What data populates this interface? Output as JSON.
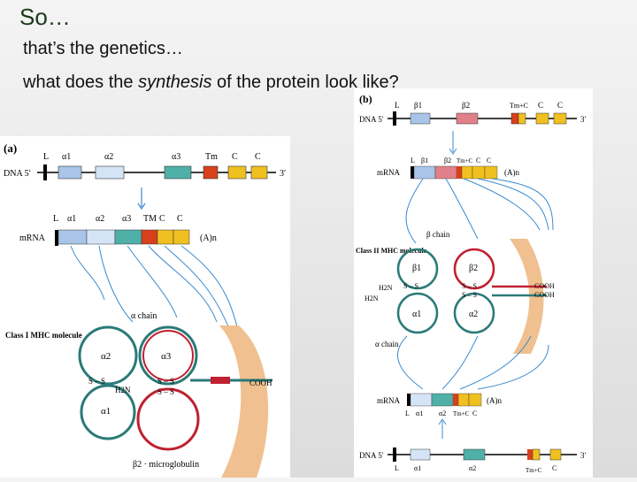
{
  "slide": {
    "title": "So…",
    "line1": "that’s the genetics…",
    "line2_pre": "what does the ",
    "line2_em": "synthesis",
    "line2_post": " of the protein look like?"
  },
  "figA": {
    "panel": "(a)",
    "dna": "DNA 5′",
    "dna_end": "3′",
    "genes": [
      "L",
      "α1",
      "α2",
      "α3",
      "Tm",
      "C",
      "C"
    ],
    "mrna": "mRNA",
    "mrna_tail": "(A)n",
    "mrna_labels": [
      "L",
      "α1",
      "α2",
      "α3",
      "TM",
      "C",
      "C"
    ],
    "alpha_chain": "α chain",
    "class_label": "Class I MHC molecule",
    "d1": "α2",
    "d2": "α3",
    "d3": "α1",
    "ss": "S – S",
    "h2n": "H2N",
    "cooh": "COOH",
    "b2m": "β2 · microglobulin"
  },
  "figB": {
    "panel": "(b)",
    "dna": "DNA 5′",
    "dna_end": "3′",
    "genes": [
      "L",
      "β1",
      "β2",
      "Tm+C",
      "C",
      "C"
    ],
    "mrna": "mRNA",
    "mrna_tail": "(A)n",
    "mrna_labels": [
      "L",
      "β1",
      "β2",
      "Tm+C",
      "C",
      "C"
    ],
    "beta_chain": "β chain",
    "class_label": "Class II MHC molecule",
    "d1": "β1",
    "d2": "β2",
    "d3": "α1",
    "d4": "α2",
    "ss": "S – S",
    "h2n": "H2N",
    "cooh": "COOH",
    "alpha_chain": "α chain",
    "mrna2_labels": [
      "L",
      "α1",
      "α2",
      "Tm+C",
      "C"
    ],
    "dna2_labels": [
      "L",
      "α1",
      "α2",
      "Tm+C",
      "C"
    ]
  },
  "colors": {
    "alpha1": "#a8c4e6",
    "alpha2": "#d4e4f6",
    "alpha3": "#4fb0a8",
    "tm": "#d8401c",
    "c": "#f0c020",
    "membrane": "#f0c090",
    "chainRed": "#c02030",
    "chainTeal": "#2a7a78"
  }
}
